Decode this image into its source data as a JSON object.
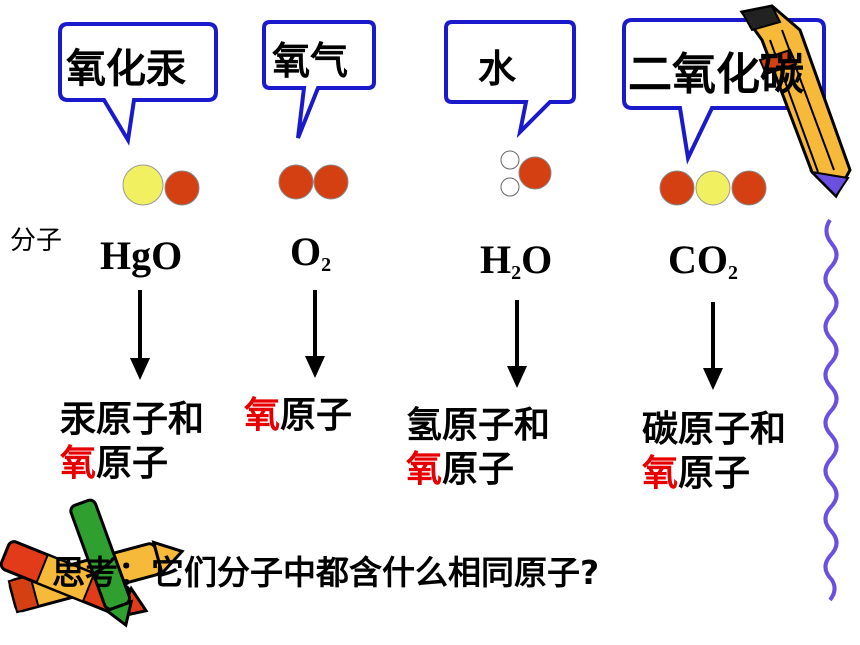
{
  "callouts": [
    {
      "id": "hgo",
      "text": "氧化汞"
    },
    {
      "id": "o2",
      "text": "氧气"
    },
    {
      "id": "water",
      "text": "水"
    },
    {
      "id": "co2",
      "text": "二氧化碳"
    }
  ],
  "molecule_label": "分子",
  "formulas": [
    {
      "base": "HgO",
      "sub": "",
      "tail": ""
    },
    {
      "base": "O",
      "sub": "2",
      "tail": ""
    },
    {
      "base": "H",
      "sub": "2",
      "tail": "O"
    },
    {
      "base": "CO",
      "sub": "2",
      "tail": ""
    }
  ],
  "compositions": [
    {
      "line1_a": "汞原子和",
      "line1_b": "",
      "line2_red": "氧",
      "line2_rest": "原子"
    },
    {
      "line1_red": "氧",
      "line1_rest": "原子"
    },
    {
      "line1_a": "氢原子和",
      "line2_red": "氧",
      "line2_rest": "原子"
    },
    {
      "line1_a": "碳原子和",
      "line2_red": "氧",
      "line2_rest": "原子"
    }
  ],
  "question": "思考：它们分子中都含什么相同原子?",
  "colors": {
    "callout_border": "#1a1acc",
    "oxygen_atom": "#d44012",
    "mercury_atom": "#f0f060",
    "hydrogen_atom": "#ffffff",
    "carbon_atom": "#f0f060",
    "highlight": "#e60000",
    "wavy_line": "#6b4fe0"
  },
  "icons": [
    "pencil-icon",
    "crayons-icon"
  ]
}
